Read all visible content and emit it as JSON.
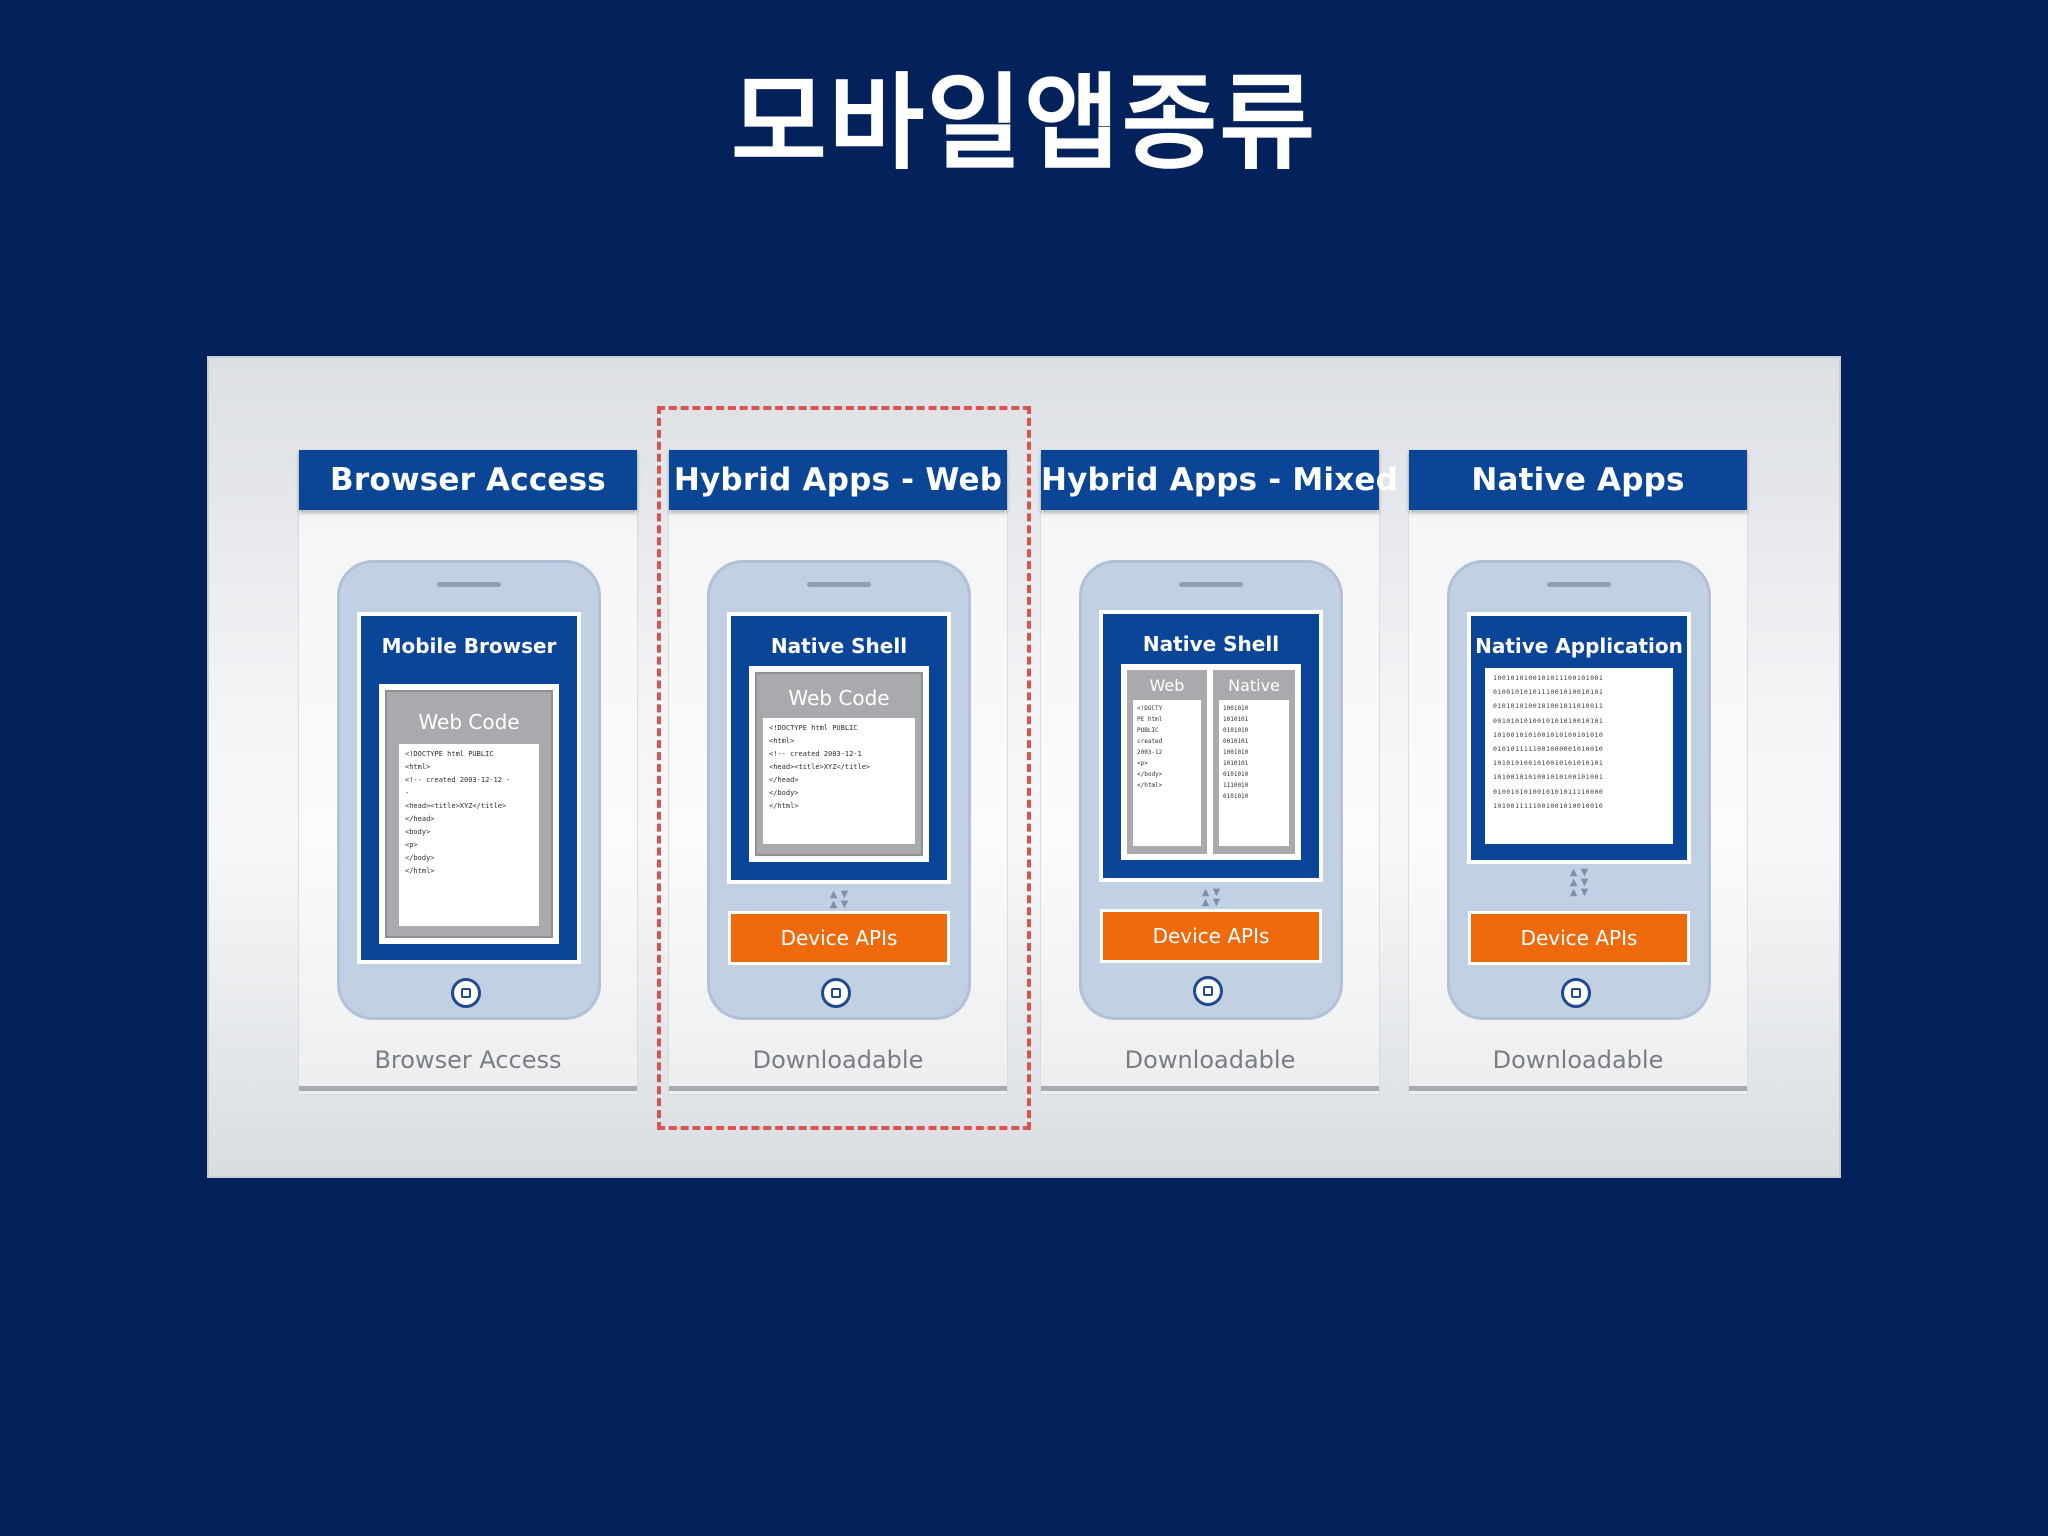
{
  "title": "모바일앱종류",
  "columns": [
    {
      "header": "Browser Access",
      "screen_label": "Mobile Browser",
      "code_label": "Web Code",
      "code_lines": [
        "<!DOCTYPE html PUBLIC",
        "<html>",
        "<!-- created 2003-12-12 -",
        "-",
        "<head><title>XYZ</title>",
        "</head>",
        "<body>",
        "<p>",
        "</body>",
        "</html>"
      ],
      "footer": "Browser Access"
    },
    {
      "header": "Hybrid Apps - Web",
      "screen_label": "Native Shell",
      "code_label": "Web Code",
      "code_lines": [
        "<!DOCTYPE html PUBLIC",
        "<html>",
        "<!-- created 2003-12-1",
        "<head><title>XYZ</title>",
        "</head>",
        "</body>",
        "</html>"
      ],
      "api_label": "Device APIs",
      "footer": "Downloadable"
    },
    {
      "header": "Hybrid Apps - Mixed",
      "screen_label": "Native Shell",
      "web_label": "Web",
      "native_label": "Native",
      "web_code": "<!DOCTY\nPE html\nPUBLIC\ncreated\n2003-12\n<p>\n</body>\n</html>",
      "native_code": "1001010\n1010101\n0101010\n0010101\n1001010\n1010101\n0101010\n1110010\n0101010",
      "api_label": "Device APIs",
      "footer": "Downloadable"
    },
    {
      "header": "Native Apps",
      "screen_label": "Native Application",
      "binary_lines": [
        "1001010100101011100101001",
        "0100101010111001010010101",
        "0101010100101001011010011",
        "0010101010010101010010101",
        "1010010101001010100101010",
        "0101011111001000001010010",
        "1010101001010010101010101",
        "1010010101001010100101001",
        "0100101010010101011110000",
        "1010011111001001010010010"
      ],
      "api_label": "Device APIs",
      "footer": "Downloadable"
    }
  ]
}
